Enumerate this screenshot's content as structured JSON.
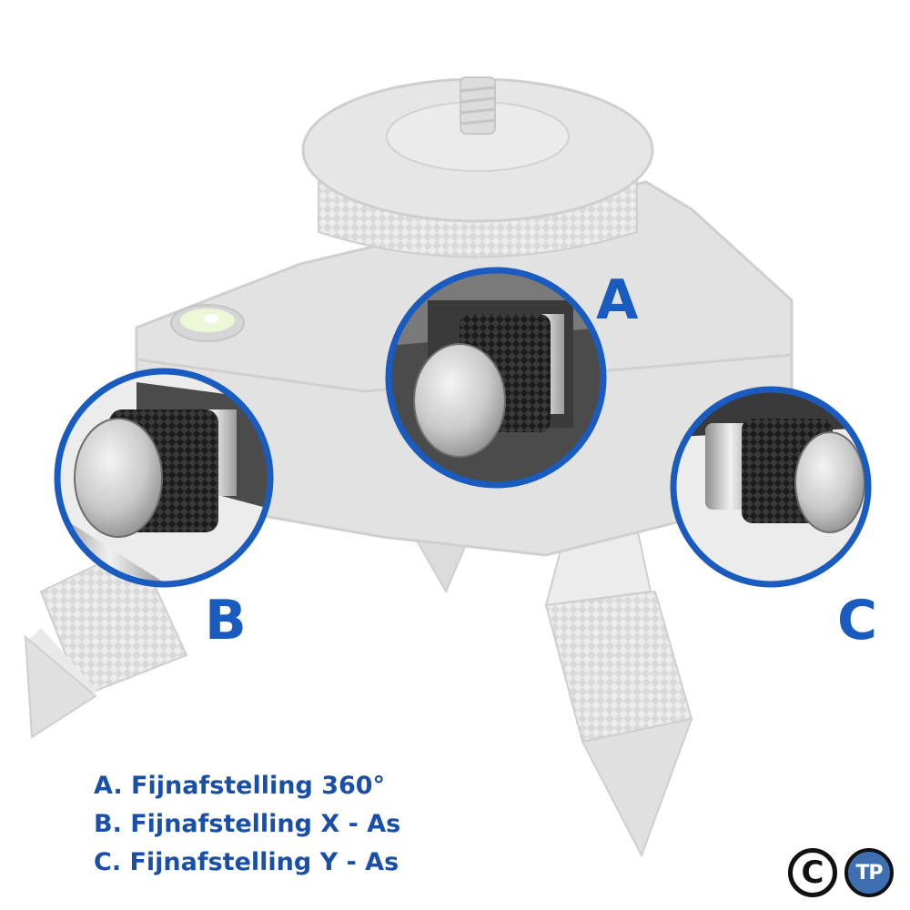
{
  "colors": {
    "accent": "#1a5bbf",
    "label_text": "#1a4fa8",
    "faded_body": "#e2e2e2",
    "faded_edge": "#cfcfcf",
    "knob_dark": "#1c1c1c",
    "steel": "#d7d7d7",
    "badge_dark": "#111111",
    "badge_tp_fill": "#3e6fb0",
    "badge_tp_text": "#ffffff"
  },
  "callouts": [
    {
      "id": "A",
      "letter": "A"
    },
    {
      "id": "B",
      "letter": "B"
    },
    {
      "id": "C",
      "letter": "C"
    }
  ],
  "legend": [
    "A. Fijnafstelling 360°",
    "B. Fijnafstelling X - As",
    "C. Fijnafstelling Y - As"
  ],
  "badges": {
    "copyright": "C",
    "brand": "TP"
  }
}
